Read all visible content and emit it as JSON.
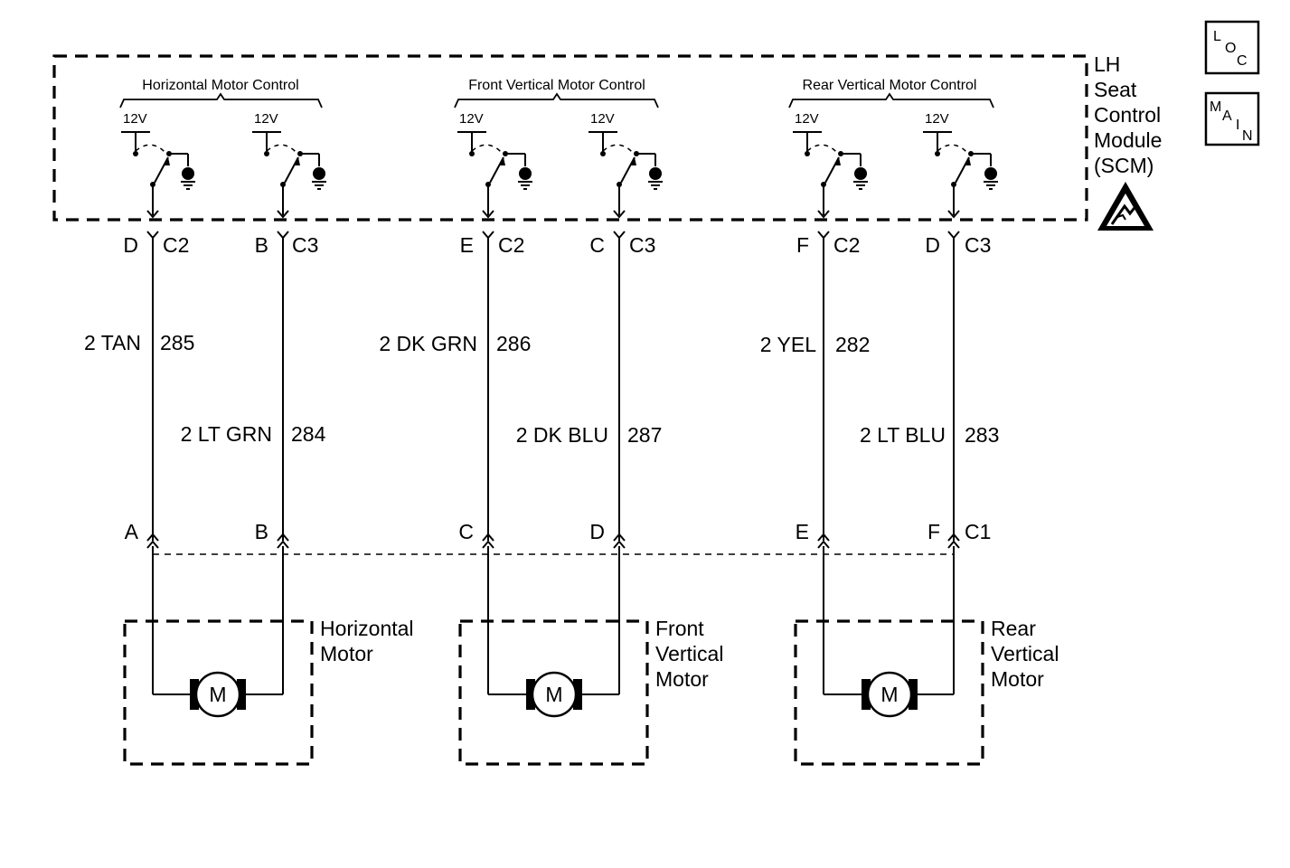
{
  "module": {
    "name_lines": [
      "LH",
      "Seat",
      "Control",
      "Module",
      "(SCM)"
    ]
  },
  "badges": {
    "loc": {
      "letters": [
        "L",
        "O",
        "C"
      ]
    },
    "main": {
      "letters": [
        "M",
        "A",
        "I",
        "N"
      ]
    }
  },
  "controls": [
    {
      "title": "Horizontal Motor Control",
      "supply": [
        "12V",
        "12V"
      ]
    },
    {
      "title": "Front Vertical Motor Control",
      "supply": [
        "12V",
        "12V"
      ]
    },
    {
      "title": "Rear Vertical Motor Control",
      "supply": [
        "12V",
        "12V"
      ]
    }
  ],
  "circuits": [
    {
      "pin": "D",
      "connector": "C2",
      "wire": "2 TAN",
      "circuit": "285",
      "motor_pin": "A",
      "motor_connector": ""
    },
    {
      "pin": "B",
      "connector": "C3",
      "wire": "2 LT GRN",
      "circuit": "284",
      "motor_pin": "B",
      "motor_connector": ""
    },
    {
      "pin": "E",
      "connector": "C2",
      "wire": "2 DK GRN",
      "circuit": "286",
      "motor_pin": "C",
      "motor_connector": ""
    },
    {
      "pin": "C",
      "connector": "C3",
      "wire": "2 DK BLU",
      "circuit": "287",
      "motor_pin": "D",
      "motor_connector": ""
    },
    {
      "pin": "F",
      "connector": "C2",
      "wire": "2 YEL",
      "circuit": "282",
      "motor_pin": "E",
      "motor_connector": ""
    },
    {
      "pin": "D",
      "connector": "C3",
      "wire": "2 LT BLU",
      "circuit": "283",
      "motor_pin": "F",
      "motor_connector": "C1"
    }
  ],
  "motors": [
    {
      "symbol": "M",
      "name_lines": [
        "Horizontal",
        "Motor"
      ]
    },
    {
      "symbol": "M",
      "name_lines": [
        "Front",
        "Vertical",
        "Motor"
      ]
    },
    {
      "symbol": "M",
      "name_lines": [
        "Rear",
        "Vertical",
        "Motor"
      ]
    }
  ]
}
